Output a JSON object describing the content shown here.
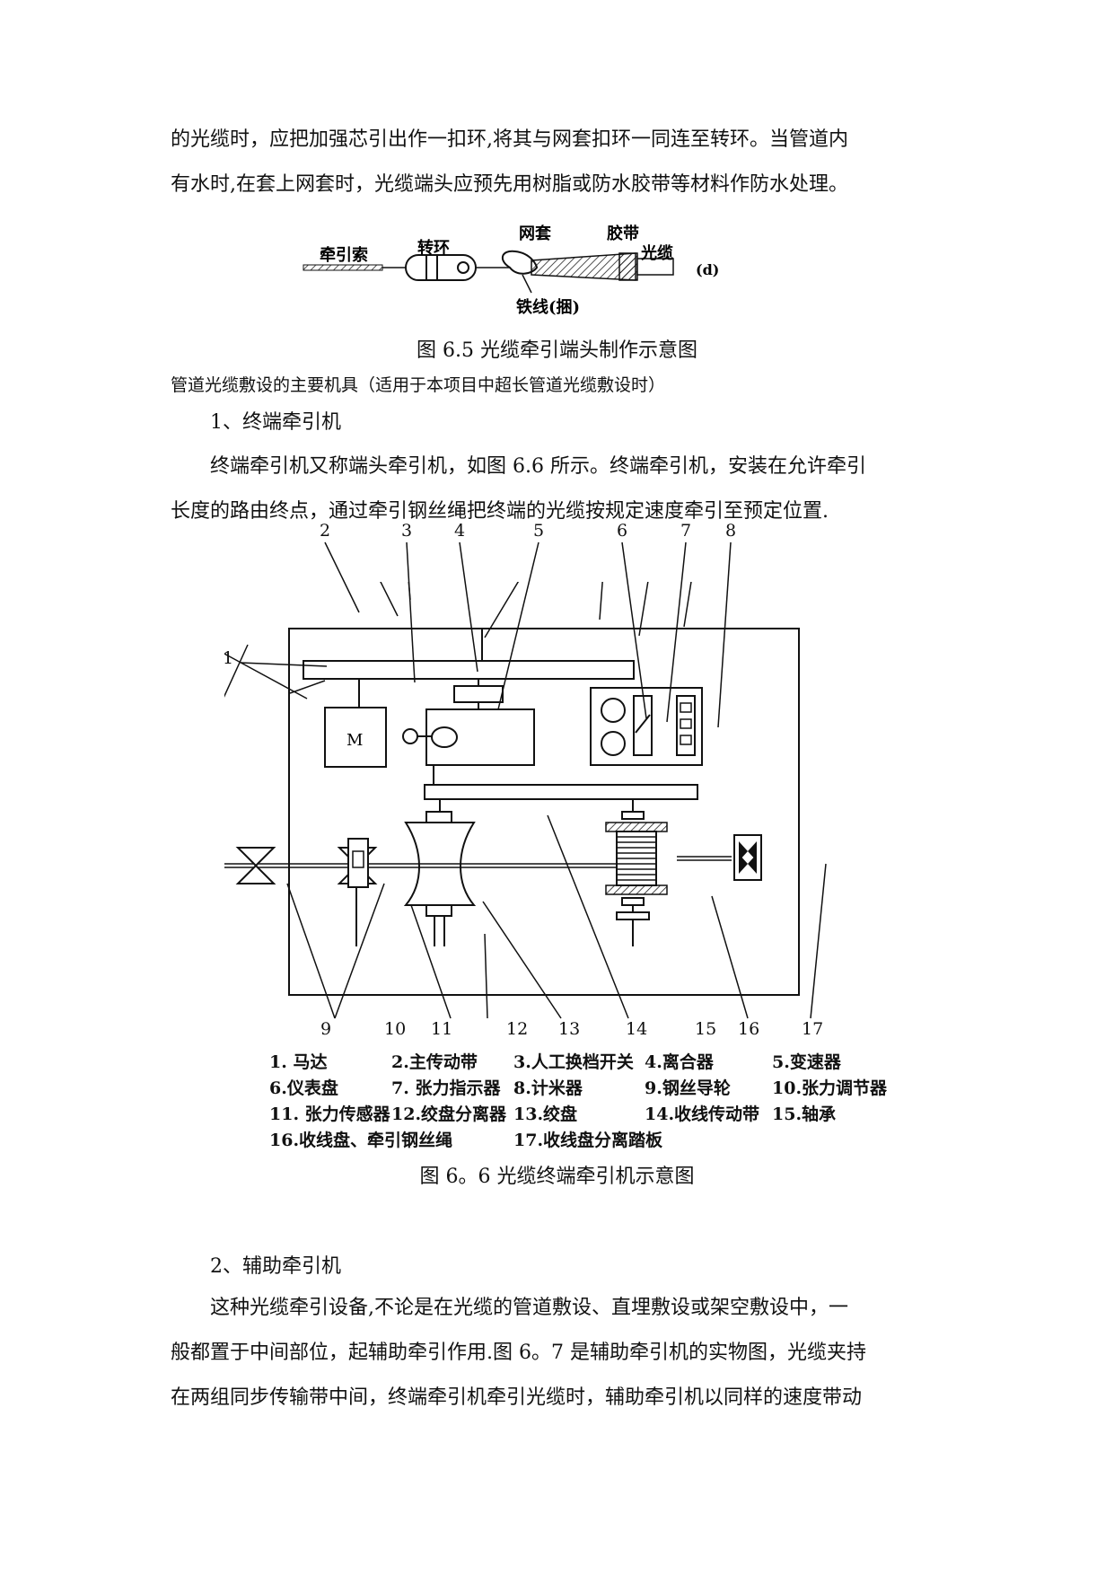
{
  "paragraphs": {
    "p1": [
      "的光缆时，应把加强芯引出作一扣环,将其与网套扣环一同连至转环。当管道内",
      "有水时,在套上网套时，光缆端头应预先用树脂或防水胶带等材料作防水处理。"
    ],
    "section_intro": "管道光缆敷设的主要机具（适用于本项目中超长管道光缆敷设时）",
    "h1": "1、终端牵引机",
    "p2": [
      "终端牵引机又称端头牵引机，如图 6.6 所示。终端牵引机，安装在允许牵引",
      "长度的路由终点，通过牵引钢丝绳把终端的光缆按规定速度牵引至预定位置."
    ],
    "h2": "2、辅助牵引机",
    "p3": [
      "这种光缆牵引设备,不论是在光缆的管道敷设、直埋敷设或架空敷设中，一",
      "般都置于中间部位，起辅助牵引作用.图 6。7 是辅助牵引机的实物图，光缆夹持",
      "在两组同步传输带中间，终端牵引机牵引光缆时，辅助牵引机以同样的速度带动"
    ]
  },
  "figure_65": {
    "labels": {
      "rope": "牵引索",
      "swivel": "转环",
      "mesh": "网套",
      "tape": "胶带",
      "cable": "光缆",
      "wire": "铁线(捆)",
      "tag": "(d)"
    },
    "caption": "图 6.5  光缆牵引端头制作示意图"
  },
  "figure_66": {
    "callouts": [
      "1",
      "2",
      "3",
      "4",
      "5",
      "6",
      "7",
      "8",
      "9",
      "10",
      "11",
      "12",
      "13",
      "14",
      "15",
      "16",
      "17"
    ],
    "motor_label": "M",
    "legend": [
      [
        "1. 马达",
        "2.主传动带",
        "3.人工换档开关",
        "4.离合器",
        "5.变速器"
      ],
      [
        "6.仪表盘",
        "7. 张力指示器",
        "8.计米器",
        "9.钢丝导轮",
        "10.张力调节器"
      ],
      [
        "11. 张力传感器",
        "12.绞盘分离器",
        "13.绞盘",
        "14.收线传动带",
        "15.轴承"
      ],
      [
        "16.收线盘、牵引钢丝绳",
        "17.收线盘分离踏板"
      ]
    ],
    "caption": "图  6。6  光缆终端牵引机示意图"
  },
  "colors": {
    "ink": "#111111"
  }
}
